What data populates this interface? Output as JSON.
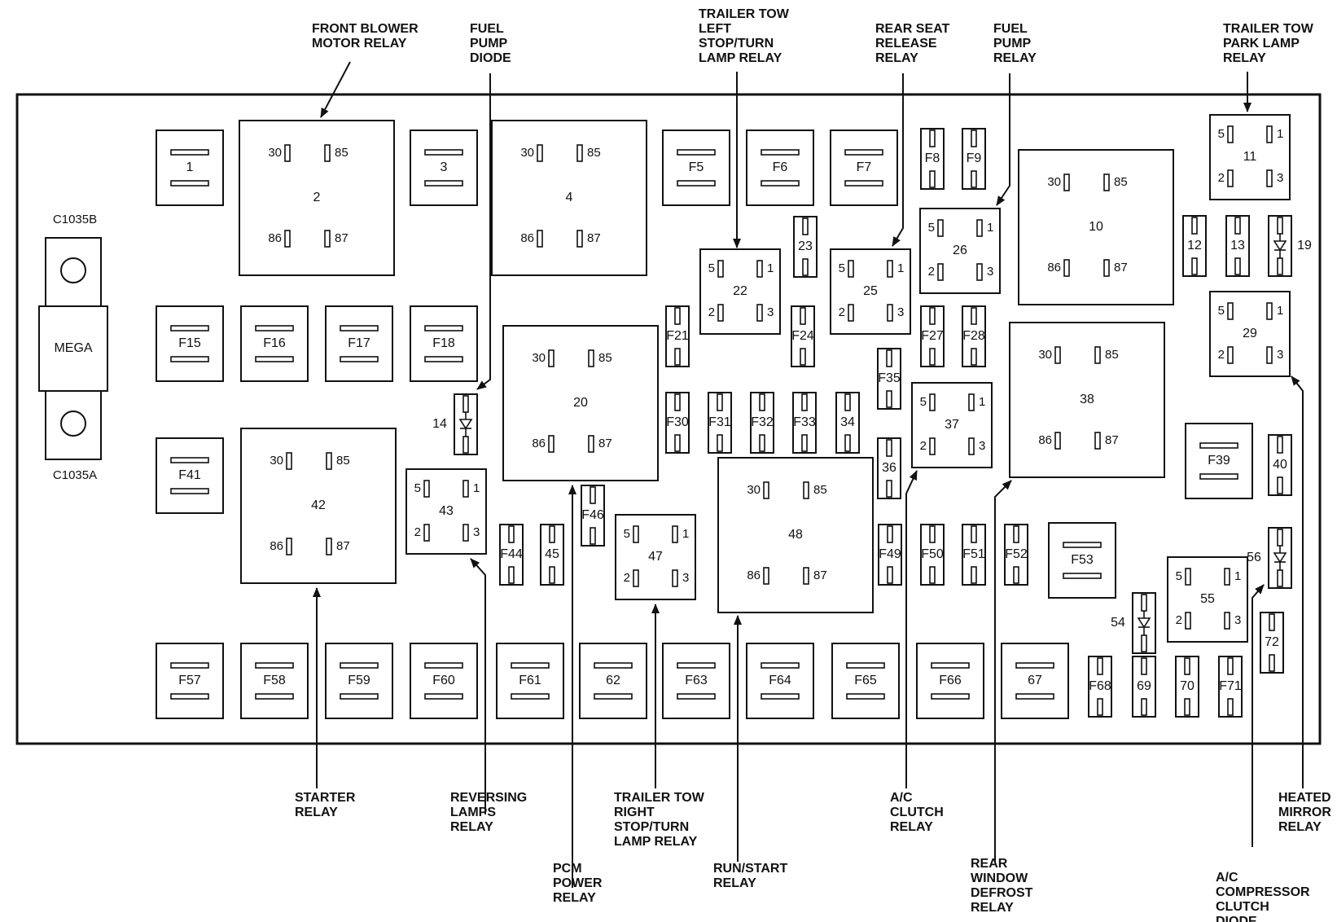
{
  "fuse_box": {
    "mega": {
      "label": "MEGA",
      "connector_top": "C1035B",
      "connector_bottom": "C1035A"
    },
    "maxi_fuses": [
      "1",
      "3",
      "F5",
      "F6",
      "F7",
      "F15",
      "F16",
      "F17",
      "F18",
      "F41",
      "F39",
      "F53",
      "F57",
      "F58",
      "F59",
      "F60",
      "F61",
      "62",
      "F63",
      "F64",
      "F65",
      "F66",
      "67"
    ],
    "mini_fuses": [
      "F8",
      "F9",
      "12",
      "13",
      "23",
      "F21",
      "F24",
      "F27",
      "F28",
      "F30",
      "F31",
      "F32",
      "F33",
      "34",
      "F35",
      "36",
      "40",
      "F44",
      "45",
      "F46",
      "F49",
      "F50",
      "F51",
      "F52",
      "72",
      "F68",
      "69",
      "70",
      "F71"
    ],
    "diodes": [
      "14",
      "19",
      "54",
      "56"
    ],
    "iso_relays": [
      "2",
      "4",
      "10",
      "20",
      "38",
      "42",
      "48"
    ],
    "micro_relays": [
      "11",
      "22",
      "25",
      "26",
      "29",
      "37",
      "43",
      "47",
      "55"
    ],
    "iso_pins": [
      "30",
      "85",
      "86",
      "87"
    ],
    "micro_pins": [
      "5",
      "1",
      "2",
      "3"
    ]
  },
  "callouts": [
    {
      "id": "front-blower-motor-relay",
      "lines": [
        "FRONT BLOWER",
        "MOTOR RELAY"
      ]
    },
    {
      "id": "fuel-pump-diode",
      "lines": [
        "FUEL",
        "PUMP",
        "DIODE"
      ]
    },
    {
      "id": "trailer-tow-left-stop-turn-lamp-relay",
      "lines": [
        "TRAILER TOW",
        "LEFT",
        "STOP/TURN",
        "LAMP RELAY"
      ]
    },
    {
      "id": "rear-seat-release-relay",
      "lines": [
        "REAR SEAT",
        "RELEASE",
        "RELAY"
      ]
    },
    {
      "id": "fuel-pump-relay",
      "lines": [
        "FUEL",
        "PUMP",
        "RELAY"
      ]
    },
    {
      "id": "trailer-tow-park-lamp-relay",
      "lines": [
        "TRAILER TOW",
        "PARK LAMP",
        "RELAY"
      ]
    },
    {
      "id": "starter-relay",
      "lines": [
        "STARTER",
        "RELAY"
      ]
    },
    {
      "id": "reversing-lamps-relay",
      "lines": [
        "REVERSING",
        "LAMPS",
        "RELAY"
      ]
    },
    {
      "id": "pcm-power-relay",
      "lines": [
        "PCM",
        "POWER",
        "RELAY"
      ]
    },
    {
      "id": "trailer-tow-right-stop-turn-lamp-relay",
      "lines": [
        "TRAILER TOW",
        "RIGHT",
        "STOP/TURN",
        "LAMP RELAY"
      ]
    },
    {
      "id": "run-start-relay",
      "lines": [
        "RUN/START",
        "RELAY"
      ]
    },
    {
      "id": "ac-clutch-relay",
      "lines": [
        "A/C",
        "CLUTCH",
        "RELAY"
      ]
    },
    {
      "id": "rear-window-defrost-relay",
      "lines": [
        "REAR",
        "WINDOW",
        "DEFROST",
        "RELAY"
      ]
    },
    {
      "id": "ac-compressor-clutch-diode",
      "lines": [
        "A/C",
        "COMPRESSOR",
        "CLUTCH",
        "DIODE"
      ]
    },
    {
      "id": "heated-mirror-relay",
      "lines": [
        "HEATED",
        "MIRROR",
        "RELAY"
      ]
    }
  ]
}
